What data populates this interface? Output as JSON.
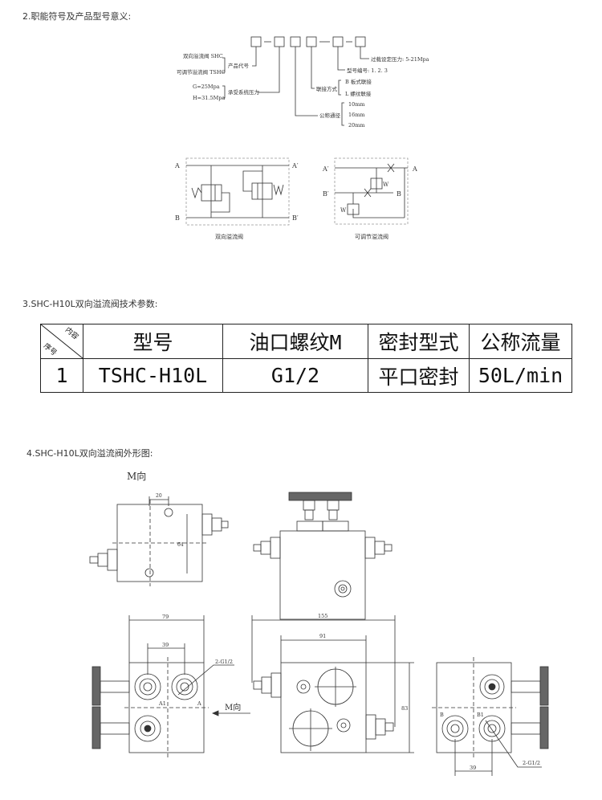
{
  "sections": {
    "s2_title": "2.职能符号及产品型号意义:",
    "s3_title": "3.SHC-H10L双向溢流阀技术参数:",
    "s4_title": "4.SHC-H10L双向溢流阀外形图:"
  },
  "model_code": {
    "overload_pressure": "过载设定压力: 5-21Mpa",
    "model_number": "型号编号: 1. 2. 3",
    "connection_label": "联接方式",
    "connection_b": "B 板式联接",
    "connection_l": "L 螺纹联接",
    "bore_label": "公称通径",
    "bore_options": [
      "10mm",
      "16mm",
      "20mm"
    ],
    "pressure_label": "承受系统压力",
    "pressure_g": "G=25Mpa",
    "pressure_h": "H=31.5Mpa",
    "product_label": "产品代号",
    "product_shc": "双向溢流阀 SHC",
    "product_tshc": "可调节溢流阀 TSHC"
  },
  "circuits": {
    "left": {
      "caption": "双向溢流阀",
      "a": "A",
      "a2": "A′",
      "b": "B",
      "b2": "B′",
      "spring": "W"
    },
    "right": {
      "caption": "可调节溢流阀",
      "a": "A",
      "a2": "A′",
      "b": "B",
      "b2": "B′",
      "spring": "W"
    }
  },
  "table": {
    "corner_top": "内容",
    "corner_bottom": "序号",
    "headers": [
      "型号",
      "油口螺纹M",
      "密封型式",
      "公称流量"
    ],
    "rows": [
      {
        "index": "1",
        "cells": [
          "TSHC-H10L",
          "G1/2",
          "平口密封",
          "50L/min"
        ]
      }
    ]
  },
  "drawing": {
    "view_m_label": "M向",
    "dim_20": "20",
    "dim_64": "64",
    "dim_79": "79",
    "dim_39": "39",
    "dim_155": "155",
    "dim_91": "91",
    "dim_83": "83",
    "port_g": "2-G1/2",
    "port_a1": "A1",
    "port_a": "A",
    "port_b": "B",
    "port_b1": "B1",
    "arrow_m_label": "M向"
  }
}
